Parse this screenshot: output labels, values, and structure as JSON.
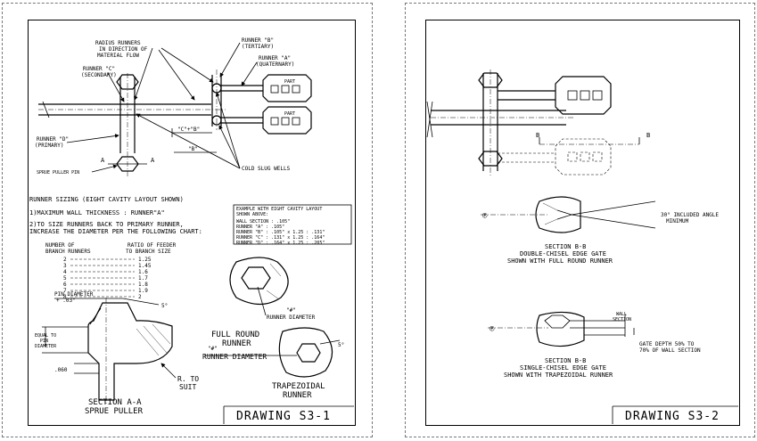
{
  "sheet1": {
    "drawing_label": "DRAWING S3-1",
    "labels": {
      "radius_runners": [
        "RADIUS RUNNERS",
        "IN DIRECTION OF",
        "MATERIAL FLOW"
      ],
      "runner_b": [
        "RUNNER \"B\"",
        "(TERTIARY)"
      ],
      "runner_a": [
        "RUNNER \"A\"",
        "(QUATERNARY)"
      ],
      "runner_c": [
        "RUNNER \"C\"",
        "(SECONDARY)"
      ],
      "runner_d": [
        "RUNNER \"D\"",
        "(PRIMARY)"
      ],
      "part": "PART",
      "dim_c_b": "\"C\"+\"B\"",
      "dim_b": "\"B\"",
      "cold_slug": "COLD SLUG WELLS",
      "sprue_pin": "SPRUE PULLER PIN",
      "section_marks": [
        "A",
        "A"
      ]
    },
    "notes": {
      "heading": "RUNNER SIZING (EIGHT CAVITY LAYOUT SHOWN)",
      "note1": "1)MAXIMUM WALL THICKNESS : RUNNER\"A\"",
      "note2a": "2)TO SIZE RUNNERS BACK TO PRIMARY RUNNER,",
      "note2b": "INCREASE THE DIAMETER PER THE FOLLOWING CHART:"
    },
    "example_box": {
      "title": [
        "EXAMPLE WITH EIGHT CAVITY LAYOUT",
        "SHOWN ABOVE:"
      ],
      "rows": [
        "WALL SECTION : .105\"",
        "RUNNER \"A\" : .105\"",
        "RUNNER \"B\" : .105\" x 1.25 : .131\"",
        "RUNNER \"C\" : .131\" x 1.25 : .164\"",
        "RUNNER \"D\" : .164\" x 1.25 : .205\""
      ]
    },
    "chart": {
      "col1": [
        "NUMBER OF",
        "BRANCH RUNNERS"
      ],
      "col2": [
        "RATIO OF FEEDER",
        "TO BRANCH SIZE"
      ],
      "rows": [
        {
          "n": "2",
          "r": "1.25"
        },
        {
          "n": "3",
          "r": "1.45"
        },
        {
          "n": "4",
          "r": "1.6"
        },
        {
          "n": "5",
          "r": "1.7"
        },
        {
          "n": "6",
          "r": "1.8"
        },
        {
          "n": "7",
          "r": "1.9"
        },
        {
          "n": "8",
          "r": "2"
        }
      ]
    },
    "sprue": {
      "pin_diameter": [
        "PIN DIAMETER",
        "+ .03\""
      ],
      "angle": "5°",
      "equal_to": [
        "EQUAL TO",
        "PIN",
        "DIAMETER"
      ],
      "dim_060": ".060",
      "radius": [
        "R. TO",
        "SUIT"
      ],
      "title": [
        "SECTION A-A",
        "SPRUE PULLER"
      ]
    },
    "full_round": {
      "dim": [
        "\"#\"",
        "RUNNER DIAMETER"
      ],
      "title": [
        "FULL ROUND",
        "RUNNER"
      ]
    },
    "trapezoidal": {
      "dim": [
        "\"#\"",
        "RUNNER DIAMETER"
      ],
      "angle": "5°",
      "title": [
        "TRAPEZOIDAL",
        "RUNNER"
      ]
    }
  },
  "sheet2": {
    "drawing_label": "DRAWING S3-2",
    "section_marks": [
      "B",
      "B"
    ],
    "double_chisel": {
      "angle_note": [
        "30° INCLUDED ANGLE",
        "MINIMUM"
      ],
      "title": [
        "SECTION B-B",
        "DOUBLE-CHISEL EDGE GATE",
        "SHOWN WITH FULL ROUND RUNNER"
      ]
    },
    "single_chisel": {
      "wall": [
        "WALL",
        "SECTION"
      ],
      "gate_depth": [
        "GATE DEPTH 50% TO",
        "70% OF WALL SECTION"
      ],
      "title": [
        "SECTION B-B",
        "SINGLE-CHISEL EDGE GATE",
        "SHOWN WITH TRAPEZOIDAL RUNNER"
      ]
    }
  }
}
